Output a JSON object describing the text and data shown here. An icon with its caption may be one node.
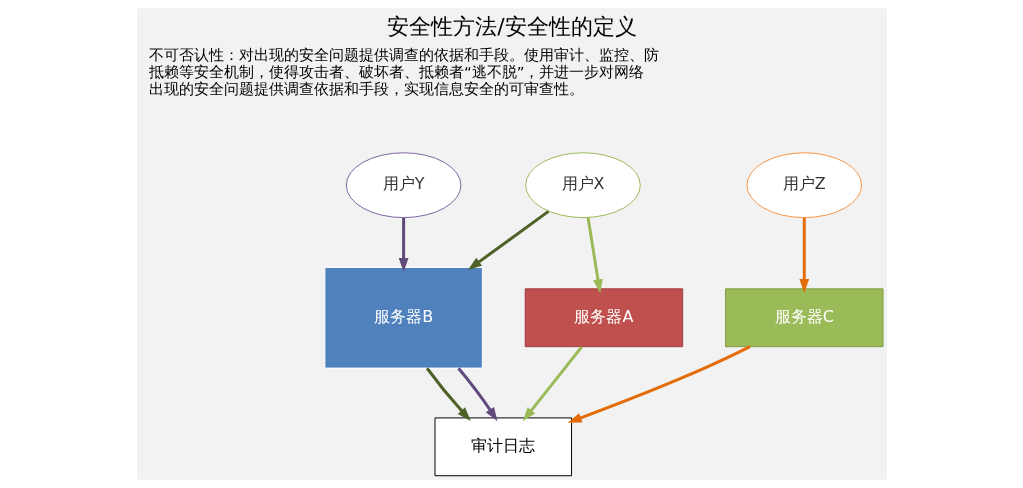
{
  "diagram": {
    "title": "安全性方法/安全性的定义",
    "nodes": [
      {
        "text": [
          "用户X"
        ]
      },
      {
        "text": [
          "用户Y"
        ]
      },
      {
        "text": [
          "用户Z"
        ]
      },
      {
        "text": [
          "服务器A"
        ]
      },
      {
        "text": [
          "服务器B"
        ]
      },
      {
        "text": [
          "服务器C"
        ]
      },
      {
        "text": [
          "审计日志"
        ]
      }
    ],
    "edges": [
      {
        "from": 0,
        "to": 3,
        "arrow": "to",
        "color": "#9bbb59"
      },
      {
        "from": 0,
        "to": 4,
        "arrow": "to",
        "color": "#4f6228"
      },
      {
        "from": 1,
        "to": 4,
        "arrow": "to",
        "color": "#604a7b"
      },
      {
        "from": 2,
        "to": 5,
        "arrow": "to",
        "color": "#e36c09"
      },
      {
        "from": 3,
        "to": 6,
        "arrow": "to",
        "color": "#9bbb59"
      },
      {
        "from": 4,
        "to": 6,
        "arrow": "to",
        "color": "#4f6228"
      },
      {
        "from": 4,
        "to": 6,
        "arrow": "to",
        "color": "#604a7b"
      },
      {
        "from": 5,
        "to": 6,
        "arrow": "to",
        "color": "#e36c09"
      }
    ],
    "labels": [
      "不可否认性：对出现的安全问题提供调查的依据和手段。使用审计、监控、防抵赖等安全机制，使得攻击者、破坏者、抵赖者“逃不脱”，并进一步对网络出现的安全问题提供调查依据和手段，实现信息安全的可审查性。"
    ]
  }
}
